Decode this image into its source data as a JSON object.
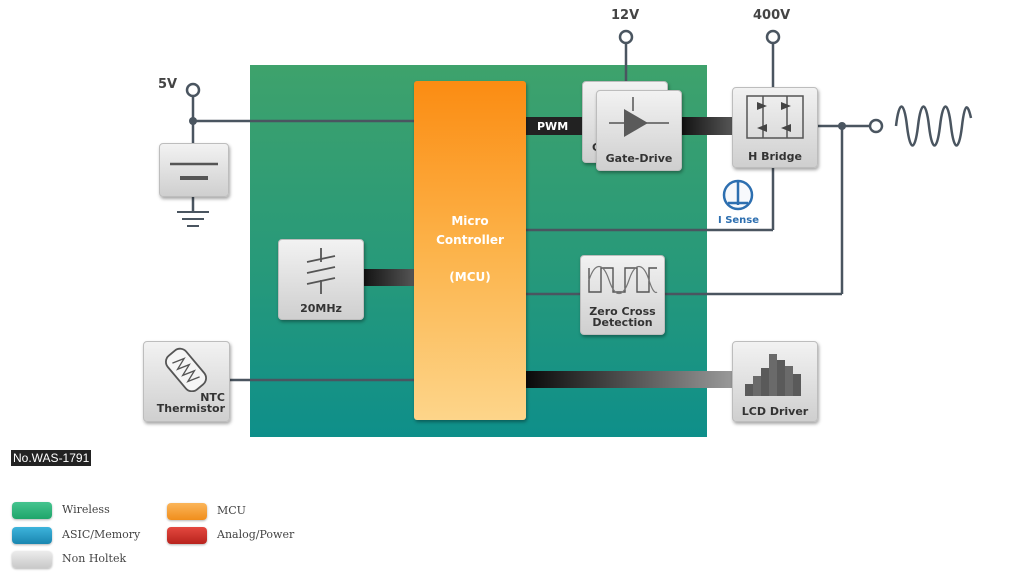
{
  "voltages": {
    "v5": "5V",
    "v12": "12V",
    "v400": "400V"
  },
  "mcu": {
    "line1": "Micro",
    "line2": "Controller",
    "line3": "(MCU)"
  },
  "pwm_label": "PWM",
  "blocks": {
    "gate_drive": "Gate-Drive",
    "gate_drive_back": "G",
    "h_bridge": "H Bridge",
    "crystal": "20MHz",
    "zero_cross_1": "Zero Cross",
    "zero_cross_2": "Detection",
    "ntc_1": "NTC",
    "ntc_2": "Thermistor",
    "lcd": "LCD Driver",
    "i_sense": "I Sense"
  },
  "doc_number": "No.WAS-1791",
  "legend": [
    {
      "label": "Wireless",
      "color": "#2ab37a"
    },
    {
      "label": "ASIC/Memory",
      "color": "#1f9ac2"
    },
    {
      "label": "Non Holtek",
      "color": "#d4d4d4"
    },
    {
      "label": "MCU",
      "color": "#f8a23a"
    },
    {
      "label": "Analog/Power",
      "color": "#d1332c"
    }
  ],
  "colors": {
    "board_top": "#3ea26c",
    "board_bottom": "#0e8f8a",
    "wire": "#4a5560",
    "i_sense": "#2d6fb0"
  }
}
